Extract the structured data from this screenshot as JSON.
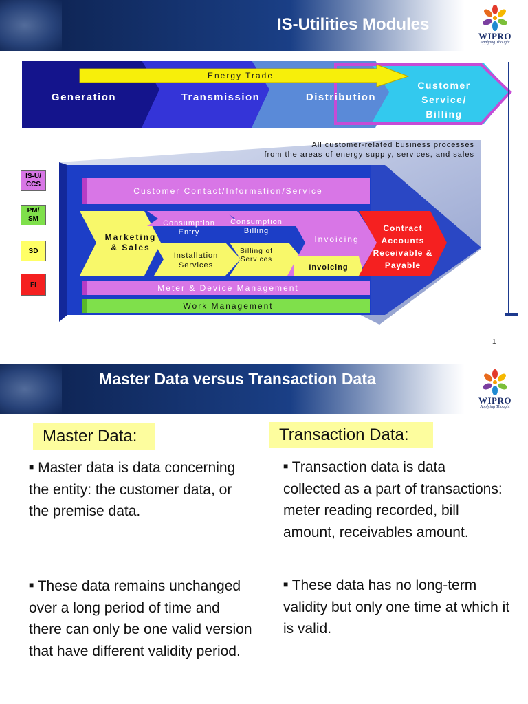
{
  "slide1": {
    "title": "IS-Utilities Modules",
    "logo": {
      "name": "WIPRO",
      "tagline": "Applying Thought"
    },
    "chain": [
      {
        "label": "Generation"
      },
      {
        "label": "Transmission"
      },
      {
        "label": "Distribution"
      },
      {
        "label": "Customer Service/ Billing"
      }
    ],
    "energy_trade_label": "Energy Trade",
    "caption_line1": "All customer-related business processes",
    "caption_line2": "from the areas of energy supply, services, and sales",
    "legend": [
      {
        "label": "IS-U/ CCS",
        "color": "#d876e6"
      },
      {
        "label": "PM/ SM",
        "color": "#7fe04b"
      },
      {
        "label": "SD",
        "color": "#ffff66"
      },
      {
        "label": "FI",
        "color": "#f52020"
      }
    ],
    "strips": {
      "customer_contact": "Customer Contact/Information/Service",
      "meter_device": "Meter & Device Management",
      "work_management": "Work Management"
    },
    "processes": {
      "marketing": "Marketing & Sales",
      "consumption_entry": "Consumption Entry",
      "installation": "Installation Services",
      "consumption_billing": "Consumption Billing",
      "billing_services": "Billing of Services",
      "invoicing_top": "Invoicing",
      "invoicing_sd": "Invoicing",
      "contract_accounts": "Contract Accounts Receivable & Payable"
    },
    "page_number": "1",
    "colors": {
      "navy": "#0c1f4a",
      "accent_blue": "#1d3a8e",
      "is_u": "#d876e6",
      "pm_sm": "#7fe04b",
      "sd": "#ffff66",
      "fi": "#f52020"
    }
  },
  "slide2": {
    "title": "Master Data versus Transaction Data",
    "logo": {
      "name": "WIPRO",
      "tagline": "Applying Thought"
    },
    "master": {
      "heading": "Master Data:",
      "bullets": [
        "Master data is data concerning the entity: the customer data, or the premise data.",
        "These data remains unchanged over a long period of time and there can only be one valid version that have different validity period."
      ]
    },
    "transaction": {
      "heading": "Transaction Data:",
      "bullets": [
        "Transaction data is data collected as a part of transactions: meter reading recorded, bill amount, receivables amount.",
        "These data has no long-term validity but only one time at which it is valid."
      ]
    }
  }
}
